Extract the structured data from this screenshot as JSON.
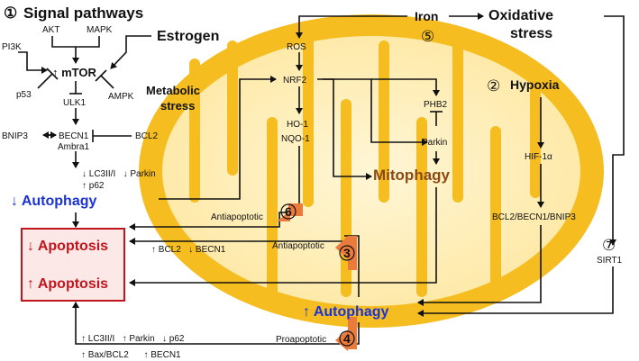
{
  "sections": {
    "signal_num": "①",
    "signal_title": "Signal pathways",
    "estrogen": "Estrogen",
    "metabolic_1": "Metabolic",
    "metabolic_2": "stress",
    "iron": "Iron",
    "iron_num": "⑤",
    "oxidative_1": "Oxidative",
    "oxidative_2": "stress",
    "hypoxia_num": "②",
    "hypoxia": "Hypoxia",
    "sirt_num": "⑦"
  },
  "signal_nodes": {
    "akt": "AKT",
    "mapk": "MAPK",
    "pi3k": "PI3K",
    "mtor": "↑ mTOR",
    "p53": "p53",
    "ampk": "AMPK",
    "ulk1": "ULK1",
    "bnip3": "BNIP3",
    "becn1": "BECN1",
    "ambra1": "Ambra1",
    "bcl2": "BCL2",
    "lc3_parkin": "↓ LC3II/I   ↓ Parkin",
    "p62": "↑ p62"
  },
  "mito_nodes": {
    "ros": "ROS",
    "nrf2": "NRF2",
    "ho1": "HO-1",
    "nqo1": "NQO-1",
    "phb2": "PHB2",
    "parkin": "Parkin",
    "mitophagy": "Mitophagy",
    "hif": "HIF-1α",
    "bcl2_becn1_bnip3": "BCL2/BECN1/BNIP3",
    "sirt1": "SIRT1"
  },
  "outcomes": {
    "autophagy_down": "↓ Autophagy",
    "autophagy_up": "↑ Autophagy",
    "apoptosis_down": "↓ Apoptosis",
    "apoptosis_up": "↑ Apoptosis"
  },
  "labels": {
    "antiapoptotic_6": "Antiapoptotic",
    "num6": "6",
    "bcl2_becn1_mid": "↑ BCL2   ↓ BECN1",
    "antiapoptotic_3": "Antiapoptotic",
    "num3": "3",
    "proapoptotic_4": "Proapoptotic",
    "num4": "4",
    "bottom_line1": "↑ LC3II/I   ↑ Parkin   ↓ p62",
    "bottom_line2": "↑ Bax/BCL2      ↑ BECN1"
  },
  "colors": {
    "mito_fill": "#f5bd1f",
    "mito_inner": "#fde9a6",
    "mitophagy_text": "#8b4a12",
    "autophagy_blue": "#1a33d6",
    "apoptosis_red": "#c0151c",
    "apoptosis_box_bg": "#fde8e8",
    "badge_orange": "#ea7b3c"
  }
}
